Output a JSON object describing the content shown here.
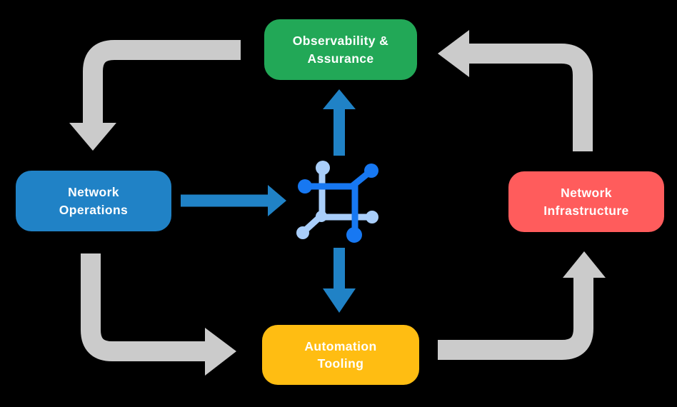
{
  "diagram": {
    "type": "cycle-flow",
    "nodes": {
      "observability": {
        "line1": "Observability &",
        "line2": "Assurance",
        "color": "#22A857"
      },
      "operations": {
        "line1": "Network",
        "line2": "Operations",
        "color": "#2082C6"
      },
      "infrastructure": {
        "line1": "Network",
        "line2": "Infrastructure",
        "color": "#FF5C5C"
      },
      "automation": {
        "line1": "Automation",
        "line2": "Tooling",
        "color": "#FFBD12"
      }
    },
    "center_icon": "network-fabric-icon",
    "connections": {
      "cycle": [
        {
          "from": "Observability & Assurance",
          "to": "Network Operations",
          "color": "#CBCBCB"
        },
        {
          "from": "Network Operations",
          "to": "Automation Tooling",
          "color": "#CBCBCB"
        },
        {
          "from": "Automation Tooling",
          "to": "Network Infrastructure",
          "color": "#CBCBCB"
        },
        {
          "from": "Network Infrastructure",
          "to": "Observability & Assurance",
          "color": "#CBCBCB"
        }
      ],
      "center": [
        {
          "from": "Network Operations",
          "to": "center",
          "color": "#2082C6"
        },
        {
          "from": "center",
          "to": "Observability & Assurance",
          "color": "#2082C6"
        },
        {
          "from": "center",
          "to": "Automation Tooling",
          "color": "#2082C6"
        }
      ]
    },
    "colors": {
      "background": "#000000",
      "gray_arrow": "#CBCBCB",
      "blue_arrow": "#2082C6",
      "icon_dark_blue": "#1778F2",
      "icon_light_blue": "#A9CEFA",
      "text": "#FFFFFF"
    }
  }
}
